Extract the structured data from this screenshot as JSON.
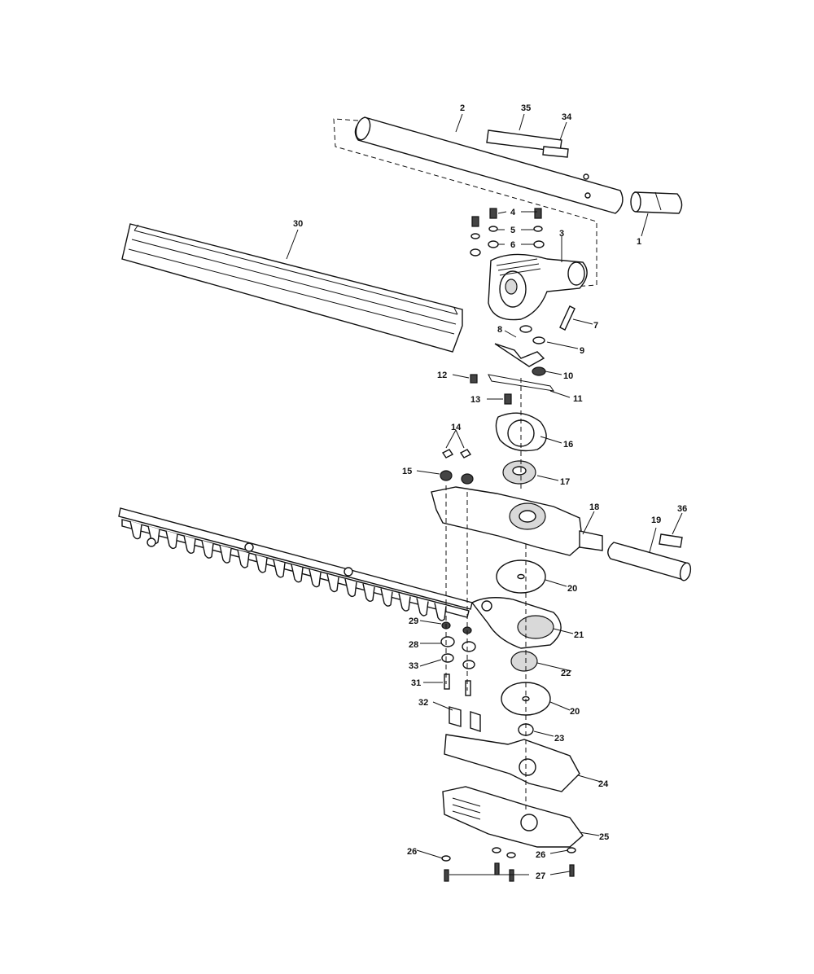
{
  "callouts": [
    {
      "id": "label-1",
      "text": "1"
    },
    {
      "id": "label-2",
      "text": "2"
    },
    {
      "id": "label-3",
      "text": "3"
    },
    {
      "id": "label-4",
      "text": "4"
    },
    {
      "id": "label-5",
      "text": "5"
    },
    {
      "id": "label-6",
      "text": "6"
    },
    {
      "id": "label-7",
      "text": "7"
    },
    {
      "id": "label-8",
      "text": "8"
    },
    {
      "id": "label-9",
      "text": "9"
    },
    {
      "id": "label-10",
      "text": "10"
    },
    {
      "id": "label-11",
      "text": "11"
    },
    {
      "id": "label-12",
      "text": "12"
    },
    {
      "id": "label-13",
      "text": "13"
    },
    {
      "id": "label-14",
      "text": "14"
    },
    {
      "id": "label-15",
      "text": "15"
    },
    {
      "id": "label-16",
      "text": "16"
    },
    {
      "id": "label-17",
      "text": "17"
    },
    {
      "id": "label-18",
      "text": "18"
    },
    {
      "id": "label-19",
      "text": "19"
    },
    {
      "id": "label-20a",
      "text": "20"
    },
    {
      "id": "label-20b",
      "text": "20"
    },
    {
      "id": "label-21",
      "text": "21"
    },
    {
      "id": "label-22",
      "text": "22"
    },
    {
      "id": "label-23",
      "text": "23"
    },
    {
      "id": "label-24",
      "text": "24"
    },
    {
      "id": "label-25",
      "text": "25"
    },
    {
      "id": "label-26a",
      "text": "26"
    },
    {
      "id": "label-26b",
      "text": "26"
    },
    {
      "id": "label-27",
      "text": "27"
    },
    {
      "id": "label-28",
      "text": "28"
    },
    {
      "id": "label-29",
      "text": "29"
    },
    {
      "id": "label-30",
      "text": "30"
    },
    {
      "id": "label-31",
      "text": "31"
    },
    {
      "id": "label-32",
      "text": "32"
    },
    {
      "id": "label-33",
      "text": "33"
    },
    {
      "id": "label-34",
      "text": "34"
    },
    {
      "id": "label-35",
      "text": "35"
    },
    {
      "id": "label-36",
      "text": "36"
    }
  ],
  "colors": {
    "line": "#111111",
    "background": "#ffffff",
    "shade": "#d9d9d9"
  }
}
